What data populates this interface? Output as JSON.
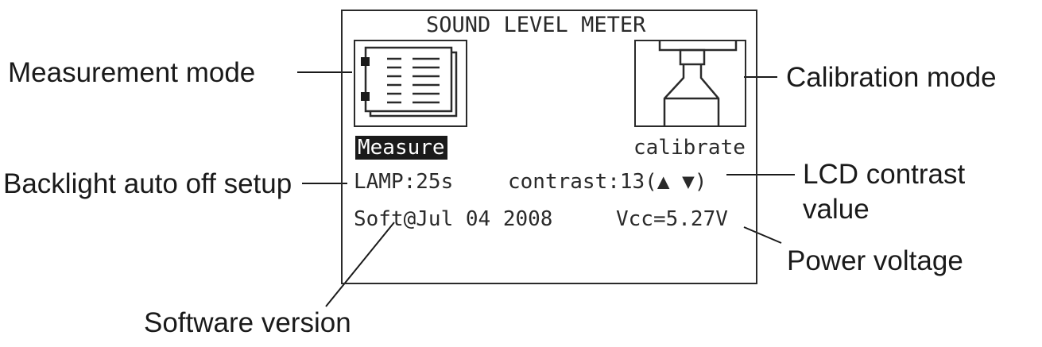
{
  "lcd": {
    "title": "SOUND LEVEL METER",
    "measure_label": "Measure",
    "calibrate_label": "calibrate",
    "lamp": "LAMP:25s",
    "contrast": "contrast:13(▲ ▼)",
    "version": "Soft@Jul 04 2008",
    "vcc": "Vcc=5.27V"
  },
  "callouts": {
    "measurement_mode": "Measurement mode",
    "calibration_mode": "Calibration mode",
    "backlight": "Backlight auto off setup",
    "lcd_contrast_line1": "LCD contrast",
    "lcd_contrast_line2": "value",
    "power_voltage": "Power voltage",
    "software_version": "Software version"
  },
  "icons": {
    "measure": "notebook-icon",
    "calibrate": "calibrator-icon"
  }
}
